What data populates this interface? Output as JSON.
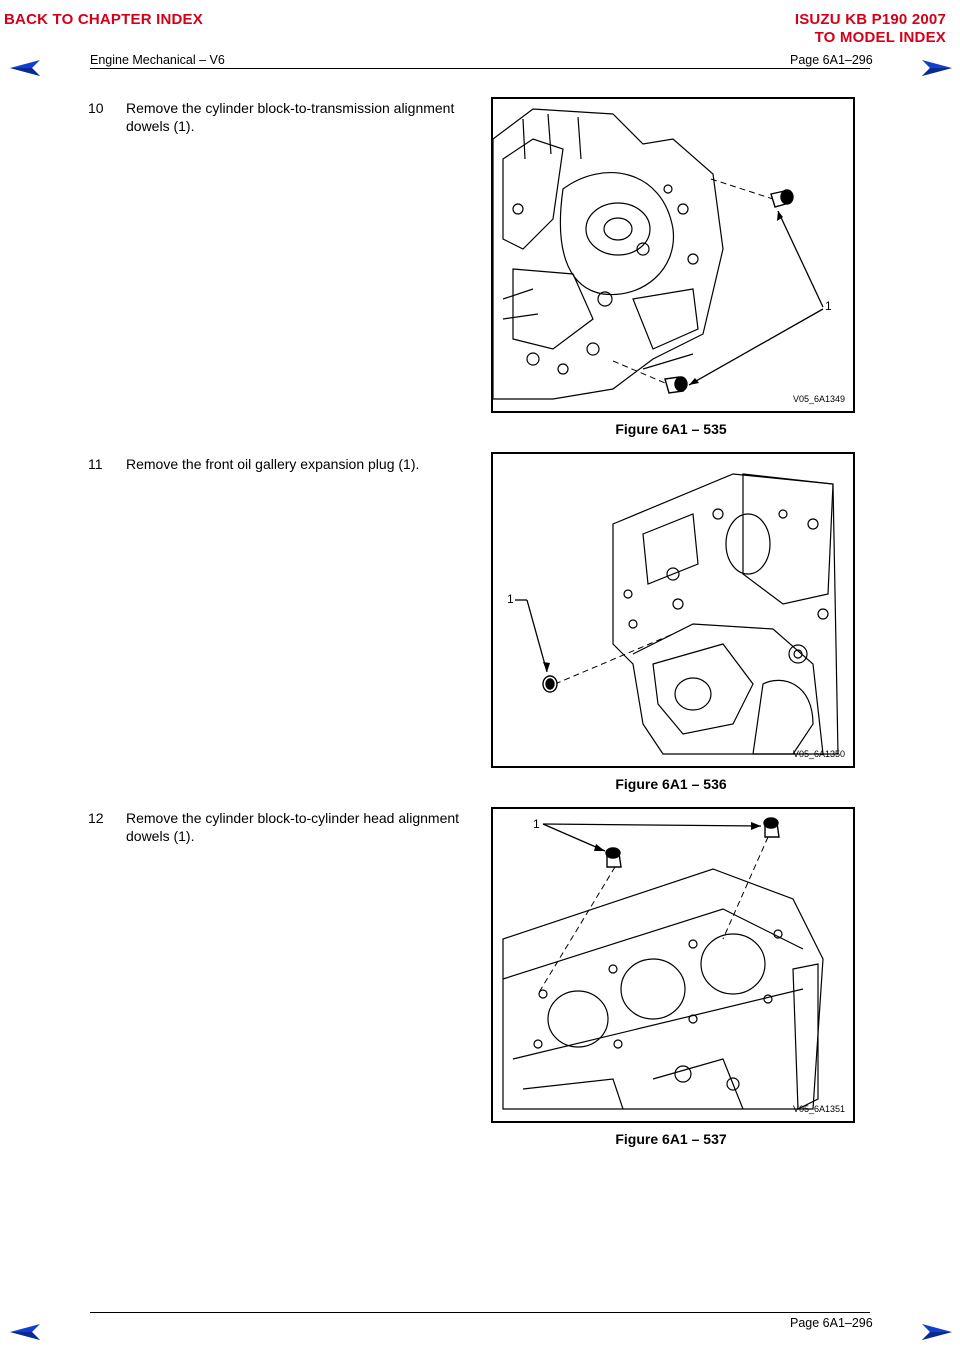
{
  "nav": {
    "back_chapter": "BACK TO CHAPTER INDEX",
    "model_title": "ISUZU KB P190 2007",
    "to_model": "TO MODEL INDEX"
  },
  "header": {
    "section": "Engine Mechanical – V6",
    "page": "Page 6A1–296"
  },
  "steps": [
    {
      "number": "10",
      "text": "Remove the cylinder block-to-transmission alignment dowels (1).",
      "figure_code": "V05_6A1349",
      "callout": "1",
      "caption": "Figure 6A1 – 535"
    },
    {
      "number": "11",
      "text": "Remove the front oil gallery expansion plug (1).",
      "figure_code": "V05_6A1350",
      "callout": "1",
      "caption": "Figure 6A1 – 536"
    },
    {
      "number": "12",
      "text": "Remove the cylinder block-to-cylinder head alignment dowels (1).",
      "figure_code": "V05_6A1351",
      "callout": "1",
      "caption": "Figure 6A1 – 537"
    }
  ],
  "footer": {
    "page": "Page 6A1–296"
  },
  "colors": {
    "nav_red": "#d4001a",
    "arrow_blue": "#1040d0"
  },
  "icons": [
    "prev-page-arrow-icon",
    "next-page-arrow-icon"
  ]
}
